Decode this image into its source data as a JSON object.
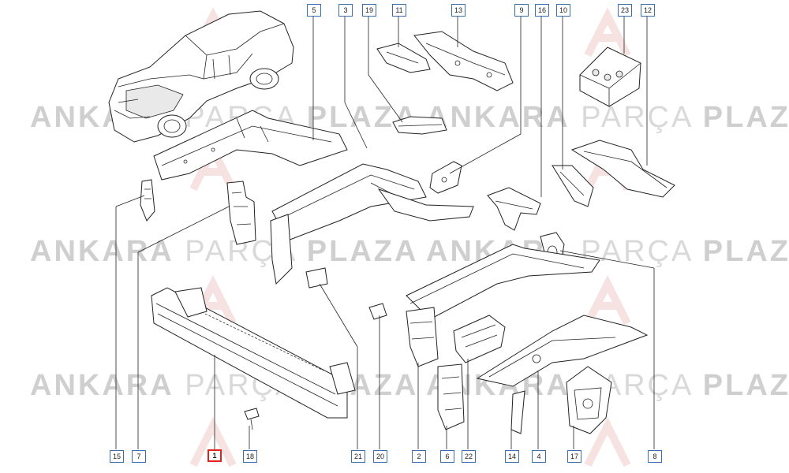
{
  "watermark": {
    "word1": "ANKARA",
    "word2": "PARÇA",
    "word3": "PLAZA"
  },
  "callouts": {
    "c1": "1",
    "c2": "2",
    "c3": "3",
    "c4": "4",
    "c5": "5",
    "c6": "6",
    "c7": "7",
    "c8": "8",
    "c9": "9",
    "c10": "10",
    "c11": "11",
    "c12": "12",
    "c13": "13",
    "c14": "14",
    "c15": "15",
    "c16": "16",
    "c17": "17",
    "c18": "18",
    "c19": "19",
    "c20": "20",
    "c21": "21",
    "c22": "22",
    "c23": "23"
  },
  "colors": {
    "callout_border": "#3a6fb0",
    "highlight_border": "#e2231a",
    "watermark": "#cfcfcf"
  }
}
